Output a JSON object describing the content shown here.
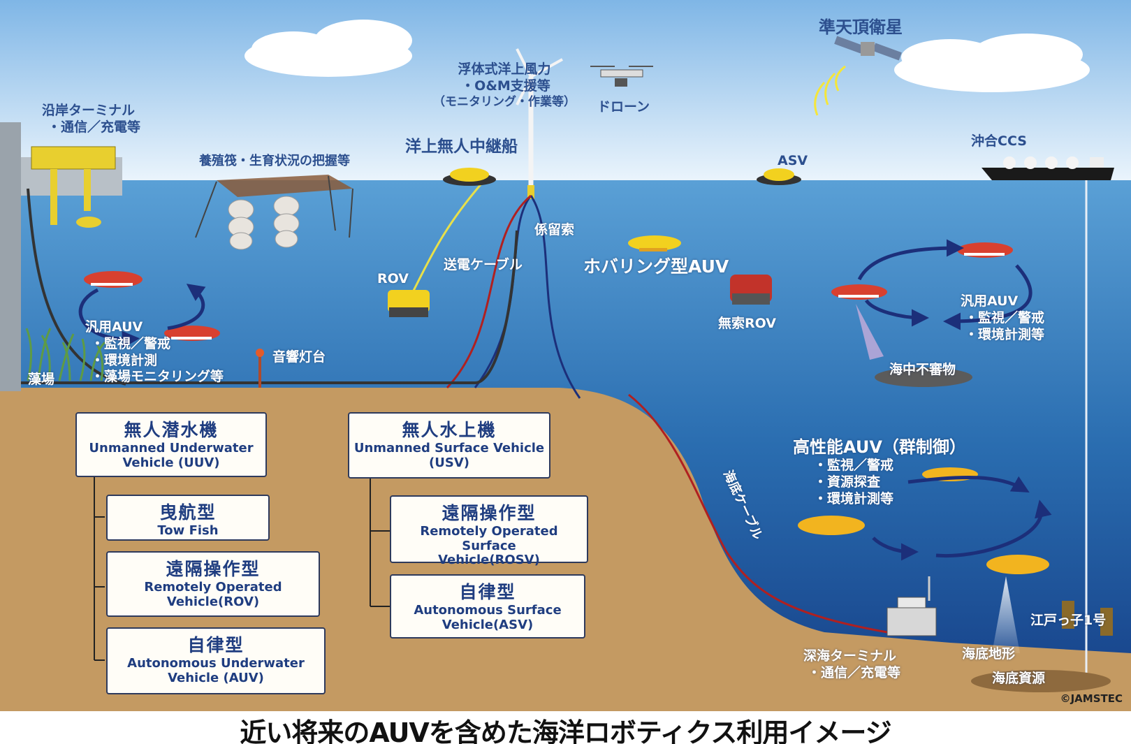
{
  "labels": {
    "satellite": "準天頂衛星",
    "wind_power": [
      "浮体式洋上風力",
      "・O&M支援等",
      "（モニタリング・作業等）"
    ],
    "drone": "ドローン",
    "coastal_terminal": [
      "沿岸ターミナル",
      "・通信／充電等"
    ],
    "aquaculture": "養殖筏・生育状況の把握等",
    "relay_ship": "洋上無人中継船",
    "asv": "ASV",
    "offshore_ccs": "沖合CCS",
    "mooring_line": "係留索",
    "power_cable": "送電ケーブル",
    "rov": "ROV",
    "hovering_auv": "ホバリング型AUV",
    "tetherless_rov": "無索ROV",
    "general_auv_left": [
      "汎用AUV",
      "・監視／警戒",
      "・環境計測",
      "・藻場モニタリング等"
    ],
    "seagrass": "藻場",
    "acoustic_beacon": "音響灯台",
    "general_auv_right": [
      "汎用AUV",
      "・監視／警戒",
      "・環境計測等"
    ],
    "debris": "海中不審物",
    "high_perf_auv": [
      "高性能AUV（群制御）",
      "・監視／警戒",
      "・資源探査",
      "・環境計測等"
    ],
    "subsea_cable": "海底ケーブル",
    "deep_terminal": [
      "深海ターミナル",
      "・通信／充電等"
    ],
    "seafloor_topo": "海底地形",
    "seafloor_resources": "海底資源",
    "edokko": "江戸っ子1号"
  },
  "boxes": {
    "uuv": {
      "jp": "無人潜水機",
      "en": [
        "Unmanned Underwater",
        "Vehicle (UUV)"
      ]
    },
    "towfish": {
      "jp": "曳航型",
      "en": [
        "Tow Fish"
      ]
    },
    "rov": {
      "jp": "遠隔操作型",
      "en": [
        "Remotely Operated",
        "Vehicle(ROV)"
      ]
    },
    "auv": {
      "jp": "自律型",
      "en": [
        "Autonomous Underwater",
        "Vehicle (AUV)"
      ]
    },
    "usv": {
      "jp": "無人水上機",
      "en": [
        "Unmanned Surface Vehicle",
        "(USV)"
      ]
    },
    "rosv": {
      "jp": "遠隔操作型",
      "en": [
        "Remotely Operated Surface",
        "Vehicle(ROSV)"
      ]
    },
    "asv": {
      "jp": "自律型",
      "en": [
        "Autonomous Surface",
        "Vehicle(ASV)"
      ]
    }
  },
  "copyright": "©JAMSTEC",
  "caption": "近い将来のAUVを含めた海洋ロボティクス利用イメージ",
  "colors": {
    "sky_top": "#7fb6e6",
    "sky_bottom": "#eaf4fc",
    "sea_top": "#4d93cc",
    "sea_bottom": "#153e86",
    "seabed": "#c49a62",
    "label_blue": "#2c4f8e",
    "auv_red": "#d8402f",
    "auv_yellow": "#f2b41f",
    "arrow_navy": "#1c2f7a"
  }
}
